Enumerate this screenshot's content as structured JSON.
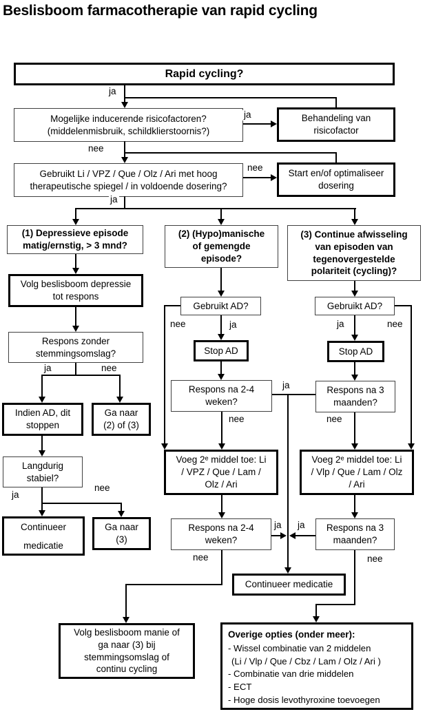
{
  "title": "Beslisboom farmacotherapie van rapid cycling",
  "labels": {
    "ja": "ja",
    "nee": "nee"
  },
  "colors": {
    "background": "#ffffff",
    "line": "#000000",
    "thick_border": "#000000",
    "thin_border": "#3f3f3f",
    "text": "#000000"
  },
  "nodes": {
    "rapid_cycling": "Rapid cycling?",
    "inducing_risk_factors": "Mogelijke inducerende risicofactoren?\n(middelenmisbruik, schildklierstoornis?)",
    "treat_risk_factor": "Behandeling van\nrisicofactor",
    "adequate_medication": "Gebruikt Li / VPZ / Que / Olz / Ari met hoog\ntherapeutische spiegel / in voldoende dosering?",
    "start_optimize": "Start en/of optimaliseer\ndosering",
    "branch1": "(1) Depressieve episode\nmatig/ernstig, > 3 mnd?",
    "branch2": "(2) (Hypo)manische\nof gemengde\nepisode?",
    "branch3": "(3) Continue afwisseling\nvan episoden van\ntegenovergestelde\npolariteit (cycling)?",
    "follow_depression_tree": "Volg beslisboom depressie\ntot respons",
    "response_without_switch": "Respons zonder\nstemmingsomslag?",
    "stop_ad_if_used": "Indien AD, dit\nstoppen",
    "go_to_2_or_3": "Ga naar\n(2) of (3)",
    "long_term_stable": "Langdurig\nstabiel?",
    "continue_medication_1": "Continueer\nmedicatie",
    "go_to_3": "Ga naar\n(3)",
    "uses_ad_2": "Gebruikt AD?",
    "stop_ad_2": "Stop AD",
    "response_2_4_weeks_1": "Respons na 2-4\nweken?",
    "add_second_agent_2": "Voeg 2ᵉ middel toe: Li\n/ VPZ / Que / Lam /\nOlz / Ari",
    "response_2_4_weeks_2": "Respons na 2-4\nweken?",
    "follow_mania_tree": "Volg beslisboom manie of\nga naar (3) bij\nstemmingsomslag of\ncontinu cycling",
    "uses_ad_3": "Gebruikt AD?",
    "stop_ad_3": "Stop AD",
    "response_3_months_1": "Respons na 3\nmaanden?",
    "add_second_agent_3": "Voeg 2ᵉ middel toe: Li\n/ Vlp / Que / Lam / Olz\n/ Ari",
    "response_3_months_2": "Respons na 3\nmaanden?",
    "continue_medication_2": "Continueer medicatie",
    "other_options": {
      "title": "Overige opties (onder meer):",
      "items": [
        "- Wissel combinatie van 2 middelen",
        "(Li / Vlp / Que / Cbz / Lam / Olz / Ari )",
        "- Combinatie van drie middelen",
        "- ECT",
        "- Hoge dosis levothyroxine toevoegen"
      ]
    }
  }
}
